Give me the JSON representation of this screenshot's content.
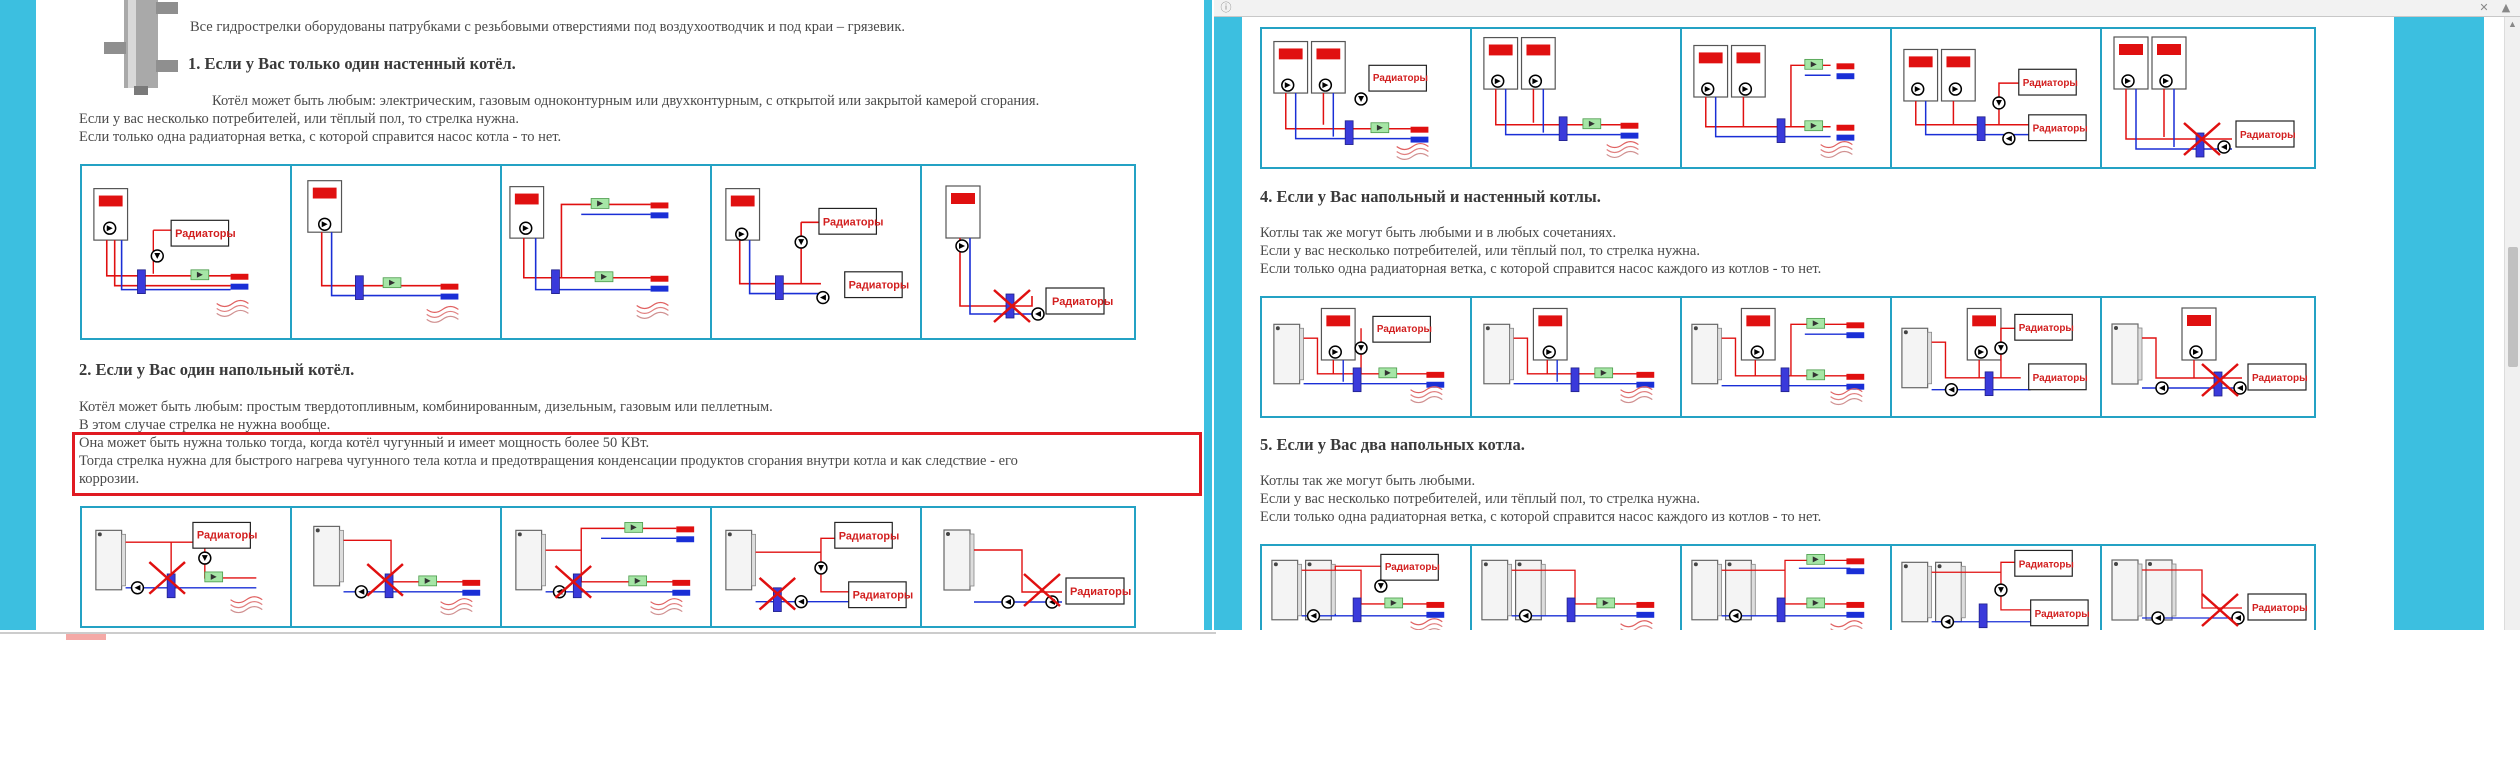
{
  "left_page": {
    "intro": "Все гидрострелки оборудованы патрубками с резьбовыми отверстиями под воздухоотводчик и под краи – грязевик.",
    "s1": {
      "heading": "1. Если у Вас только один настенный котёл.",
      "p1": "Котёл может быть любым: электрическим, газовым одноконтурным или двухконтурным, с открытой или закрытой камерой сгорания.",
      "p2": "Если у вас несколько потребителей, или тёплый пол, то стрелка нужна.",
      "p3": "Если только одна радиаторная ветка, с которой справится насос котла - то нет."
    },
    "s2": {
      "heading": "2. Если у Вас один напольный котёл.",
      "p1": "Котёл может быть любым: простым твердотопливным, комбинированным, дизельным, газовым или пеллетным.",
      "p2": "В этом случае стрелка не нужна вообще.",
      "h1": "Она может быть нужна только тогда, когда котёл чугунный и имеет мощность более 50 КВт.",
      "h2": "Тогда стрелка нужна для быстрого нагрева чугунного тела котла и предотвращения конденсации продуктов сгорания внутри котла и как следствие - его",
      "h3": "коррозии."
    }
  },
  "right_page": {
    "s4": {
      "heading": "4. Если у Вас напольный и настенный котлы.",
      "p1": "Котлы так же могут быть любыми и в любых сочетаниях.",
      "p2": "Если у вас несколько потребителей, или тёплый пол, то стрелка нужна.",
      "p3": "Если только одна радиаторная ветка, с которой справится насос каждого из котлов - то нет."
    },
    "s5": {
      "heading": "5. Если у Вас два напольных котла.",
      "p1": "Котлы так же могут быть любыми.",
      "p2": "Если у вас несколько потребителей, или тёплый пол, то стрелка нужна.",
      "p3": "Если только одна радиаторная ветка, с которой справится насос каждого из котлов - то нет."
    }
  },
  "diagram_label": "Радиаторы",
  "colors": {
    "side_bg": "#3cbfe0",
    "frame": "#24a2c4",
    "hot_pipe": "#e02020",
    "cold_pipe": "#1a2fd6",
    "highlight": "#e01a22"
  }
}
